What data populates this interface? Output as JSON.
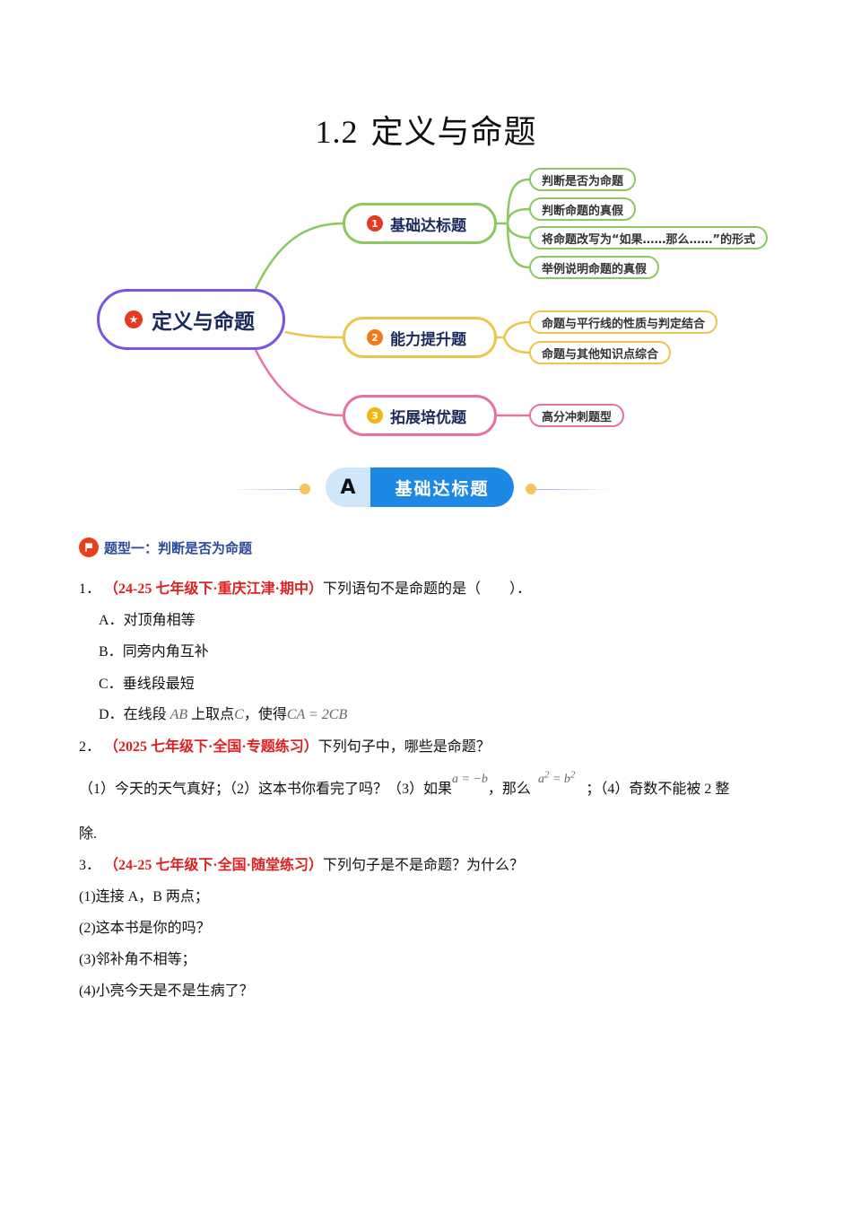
{
  "document": {
    "title_number": "1.2",
    "title_text": "定义与命题"
  },
  "mindmap": {
    "root": {
      "label": "定义与命题",
      "icon": "star-icon",
      "color": "#7b52e6"
    },
    "branches": [
      {
        "number": "1",
        "label": "基础达标题",
        "color": "#8bc860",
        "badge_color": "#e53a1f",
        "leaves": [
          "判断是否为命题",
          "判断命题的真假",
          "将命题改写为“如果……那么……”的形式",
          "举例说明命题的真假"
        ]
      },
      {
        "number": "2",
        "label": "能力提升题",
        "color": "#ecc54d",
        "badge_color": "#f07a1a",
        "leaves": [
          "命题与平行线的性质与判定结合",
          "命题与其他知识点综合"
        ]
      },
      {
        "number": "3",
        "label": "拓展培优题",
        "color": "#e9729a",
        "badge_color": "#f5b50f",
        "leaves": [
          "高分冲刺题型"
        ]
      }
    ]
  },
  "section": {
    "letter": "A",
    "label": "基础达标题",
    "accent": "#1e88e5"
  },
  "question_type": {
    "label": "题型一：判断是否为命题",
    "icon": "flag-icon"
  },
  "questions": [
    {
      "number": "1．",
      "source": "（24-25 七年级下·重庆江津·期中）",
      "stem": "下列语句不是命题的是（　　）．",
      "options": [
        {
          "key": "A．",
          "text": "对顶角相等"
        },
        {
          "key": "B．",
          "text": "同旁内角互补"
        },
        {
          "key": "C．",
          "text": "垂线段最短"
        },
        {
          "key": "D．",
          "text_1": "在线段",
          "math_1": "AB",
          "text_2": "上取点",
          "math_2": "C",
          "text_3": "，使得",
          "math_3": "CA = 2CB"
        }
      ]
    },
    {
      "number": "2．",
      "source": "（2025 七年级下·全国·专题练习）",
      "stem": "下列句子中，哪些是命题？",
      "body_1": "（1）今天的天气真好；（2）这本书你看完了吗？（3）如果",
      "math_1": "a = −b",
      "body_2": "，那么",
      "math_2_base_a": "a",
      "math_2_exp": "2",
      "math_2_eq": " = b",
      "body_3": "；（4）奇数不能被 2 整",
      "body_4": "除."
    },
    {
      "number": "3．",
      "source": "（24-25 七年级下·全国·随堂练习）",
      "stem": "下列句子是不是命题？为什么？",
      "items": [
        "(1)连接 A，B 两点；",
        "(2)这本书是你的吗？",
        "(3)邻补角不相等；",
        "(4)小亮今天是不是生病了？"
      ]
    }
  ]
}
